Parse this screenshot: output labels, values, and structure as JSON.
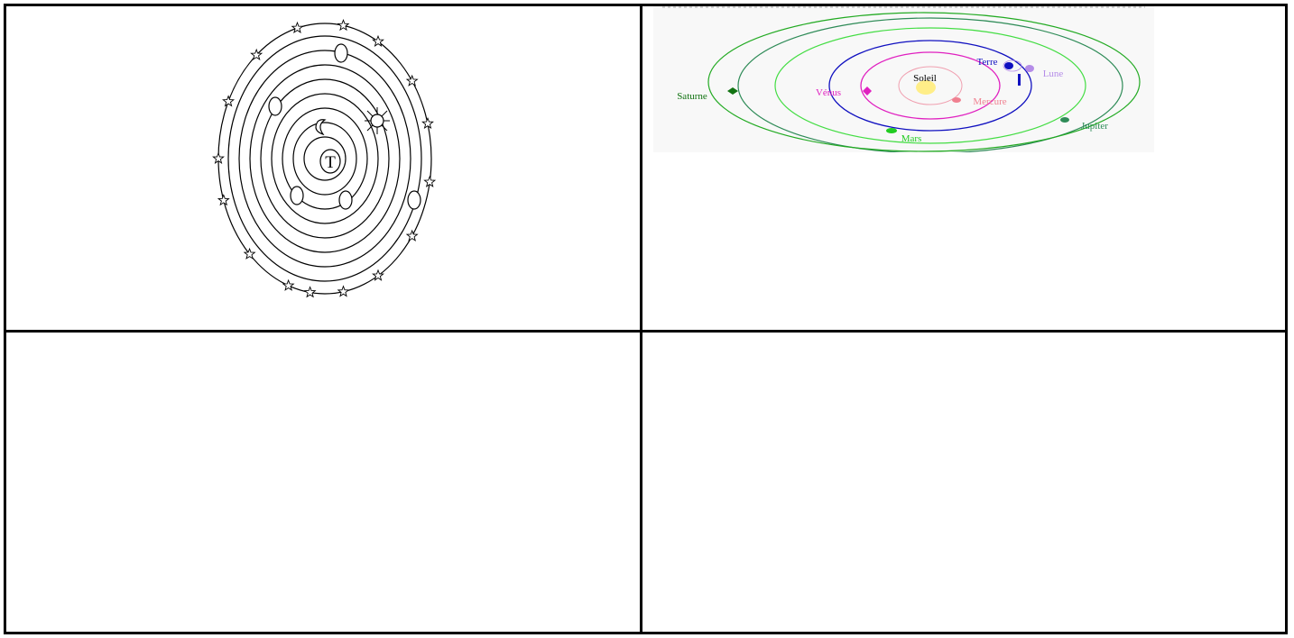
{
  "geocentric": {
    "center_label": "T"
  },
  "heliocentric": {
    "labels": {
      "sun": "Soleil",
      "earth": "Terre",
      "moon": "Lune",
      "venus": "Vénus",
      "mercury": "Mercure",
      "mars": "Mars",
      "jupiter": "Jupiter",
      "saturn": "Saturne"
    },
    "colors": {
      "sun": "#ffee88",
      "earth": "#1010c0",
      "moon": "#b58ce8",
      "venus": "#e020c0",
      "mercury": "#f08090",
      "mars": "#22cc22",
      "jupiter": "#2e8b57",
      "saturn": "#127312"
    }
  }
}
